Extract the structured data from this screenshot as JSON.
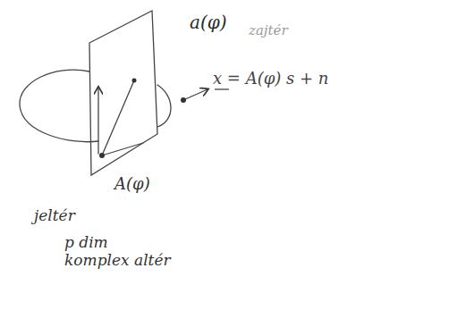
{
  "diagram": {
    "labels": [
      "a(φ)",
      "zajtér",
      "x = A(φ) s + n",
      "A(φ)",
      "jeltér",
      "p dim komplex altér"
    ]
  }
}
